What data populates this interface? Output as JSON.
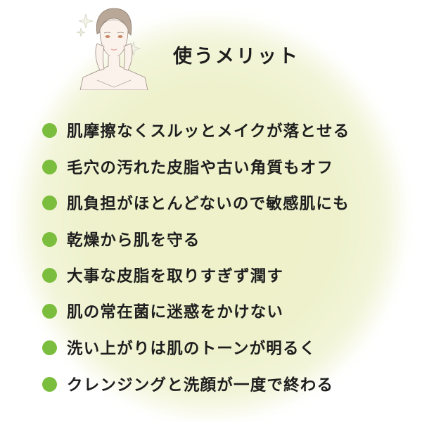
{
  "header": {
    "title": "使うメリット",
    "illustration": "woman-touching-face-icon"
  },
  "colors": {
    "accent": "#7bbd3c",
    "text": "#1e1e1e",
    "glow": "#eef1c9"
  },
  "merits": [
    {
      "label": "肌摩擦なくスルッとメイクが落とせる"
    },
    {
      "label": "毛穴の汚れた皮脂や古い角質もオフ"
    },
    {
      "label": "肌負担がほとんどないので敏感肌にも"
    },
    {
      "label": "乾燥から肌を守る"
    },
    {
      "label": "大事な皮脂を取りすぎず潤す"
    },
    {
      "label": "肌の常在菌に迷惑をかけない"
    },
    {
      "label": "洗い上がりは肌のトーンが明るく"
    },
    {
      "label": "クレンジングと洗顔が一度で終わる"
    }
  ]
}
